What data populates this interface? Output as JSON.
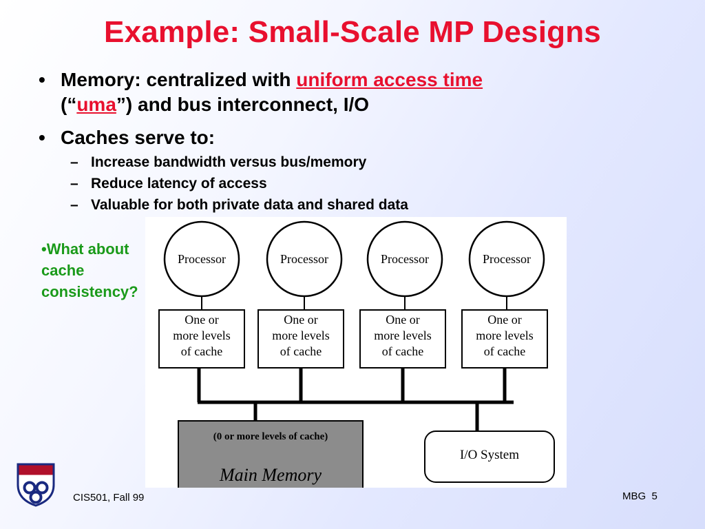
{
  "slide": {
    "title": "Example: Small-Scale MP Designs",
    "bullets": {
      "b1_part1": "Memory: centralized with ",
      "b1_link": "uniform access time",
      "b1_part2": "(“",
      "b1_link2": "uma",
      "b1_part3": "”) and bus interconnect, I/O",
      "b2": "Caches serve to:",
      "sub": [
        "Increase bandwidth versus bus/memory",
        "Reduce latency of access",
        "Valuable for both private data and shared data"
      ]
    },
    "side_note": [
      "•What about",
      "cache",
      "consistency?"
    ],
    "footer_left": "CIS501, Fall 99",
    "footer_right": "MBG",
    "page_number": "5"
  },
  "diagram": {
    "processor_label": "Processor",
    "cache_lines": [
      "One or",
      "more levels",
      "of cache"
    ],
    "memory_top": "(0 or more levels of cache)",
    "memory_label": "Main Memory",
    "io_label": "I/O System"
  },
  "colors": {
    "title": "#e8102e",
    "note": "#1a9a1a",
    "memory_fill": "#8c8c8c"
  }
}
